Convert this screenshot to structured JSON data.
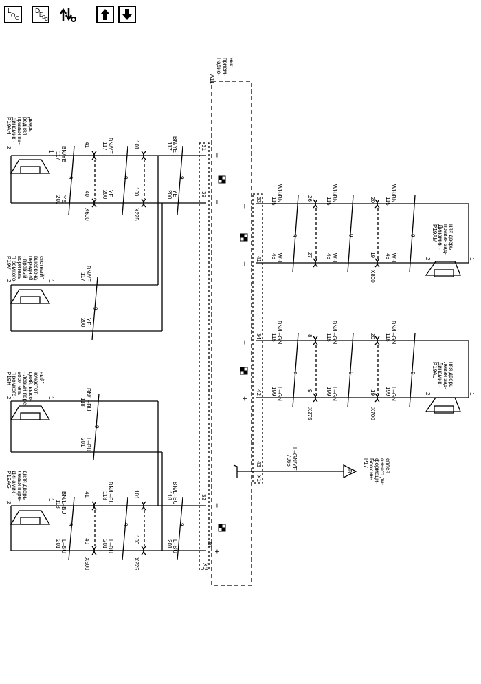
{
  "toolbar": {
    "loc": {
      "big": "L",
      "small": "O",
      "sub": "C"
    },
    "desc": {
      "big": "D",
      "small": "E",
      "sub": "S",
      "sub2": "C"
    },
    "icons": [
      "tool-up-down-icon",
      "arrow-up-icon",
      "arrow-down-icon"
    ]
  },
  "module": {
    "ref": "A11",
    "name": "Радио-\nприем-\nник",
    "connector_left": "X1",
    "connector_right": "X1"
  },
  "speakers": {
    "p19ah": {
      "ref": "P19AH",
      "name": "Динамик -\nправая пе-\nредняя\nдверь",
      "pin_neg": "2",
      "pin_pos": "1"
    },
    "p19v": {
      "ref": "P19V",
      "name": "\"Громкого-\nворитель\n- правый\nпередний,\nвысокоча-\nстотный\"",
      "pin_neg": "2",
      "pin_pos": "1"
    },
    "p19h": {
      "ref": "P19H",
      "name": "\"Громкого-\nворитель\n- левый пере-\nдний, высо-\nкочастот-\nный\"",
      "pin_neg": "2",
      "pin_pos": "1"
    },
    "p19ag": {
      "ref": "P19AG",
      "name": "Динамик -\nлевая пере-\nдняя дверь",
      "pin_neg": "2",
      "pin_pos": "1"
    },
    "p19am": {
      "ref": "P19AM",
      "name": "Динамик -\nправая зад-\nняя дверь",
      "pin_neg": "2",
      "pin_pos": "1"
    },
    "p19al": {
      "ref": "P19AL",
      "name": "Динамик -\nлевая зад-\nняя дверь",
      "pin_neg": "2",
      "pin_pos": "1"
    }
  },
  "wires": {
    "c117": "117",
    "bn_ye": "BN/YE",
    "c200": "200",
    "ye": "YE",
    "c118": "118",
    "bn_lbu": "BN/L–BU",
    "c201": "201",
    "lbu": "L–BU",
    "c115": "115",
    "wh_bn": "WH/BN",
    "c46": "46",
    "wh": "WH",
    "c116": "116",
    "bn_lgn": "BN/L–GN",
    "c199": "199",
    "lgn": "L–GN",
    "c7066": "7066",
    "lgn_ye": "L–GN/YE",
    "twist": "9"
  },
  "connectors": {
    "x600": "X600",
    "x275": "X275",
    "x500": "X500",
    "x225": "X225",
    "x800": "X800",
    "x700": "X700"
  },
  "pins": {
    "p41": "41",
    "p40": "40",
    "p101": "101",
    "p100": "100",
    "p31": "31",
    "p39": "39",
    "p32": "32",
    "p43": "43",
    "p33": "33",
    "p34": "34",
    "p42": "42",
    "p26": "26",
    "p27": "27",
    "p20": "20",
    "p19": "19",
    "p8": "8",
    "p9": "9"
  },
  "p17": {
    "ref": "P17",
    "name": "Блок ин-\nформаци-\nонного ди-\nсплея",
    "letter": "B"
  },
  "signs": {
    "plus": "+",
    "minus": "−"
  }
}
